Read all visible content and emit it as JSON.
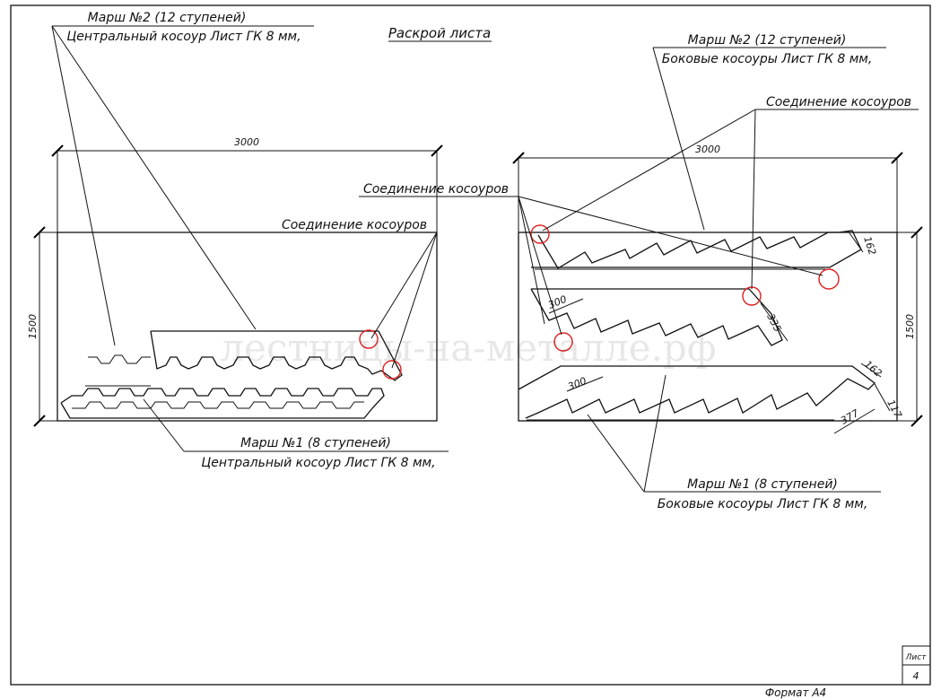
{
  "title": "Раскрой листа",
  "left": {
    "top_label": {
      "line1": "Марш №2 (12 ступеней)",
      "line2": "Центральный косоур Лист ГК 8 мм,"
    },
    "bottom_label": {
      "line1": "Марш №1 (8 ступеней)",
      "line2": "Центральный косоур Лист ГК 8 мм,"
    },
    "joint_label": "Соединение косоуров",
    "dim_width": "3000",
    "dim_height": "1500"
  },
  "right": {
    "top_label": {
      "line1": "Марш №2 (12 ступеней)",
      "line2": "Боковые косоуры Лист ГК 8 мм,"
    },
    "bottom_label": {
      "line1": "Марш №1 (8 ступеней)",
      "line2": "Боковые косоуры Лист ГК 8 мм,"
    },
    "joint_label_top": "Соединение косоуров",
    "joint_label_left": "Соединение косоуров",
    "dim_width": "3000",
    "dim_height": "1500",
    "dims": {
      "d162a": "162",
      "d300a": "300",
      "d335": "335",
      "d162b": "162",
      "d300b": "300",
      "d117": "117",
      "d377": "377"
    }
  },
  "title_block": {
    "sheet_label": "Лист",
    "sheet_number": "4"
  },
  "format": "Формат А4",
  "watermark": "лестницы-на-металле.рф"
}
